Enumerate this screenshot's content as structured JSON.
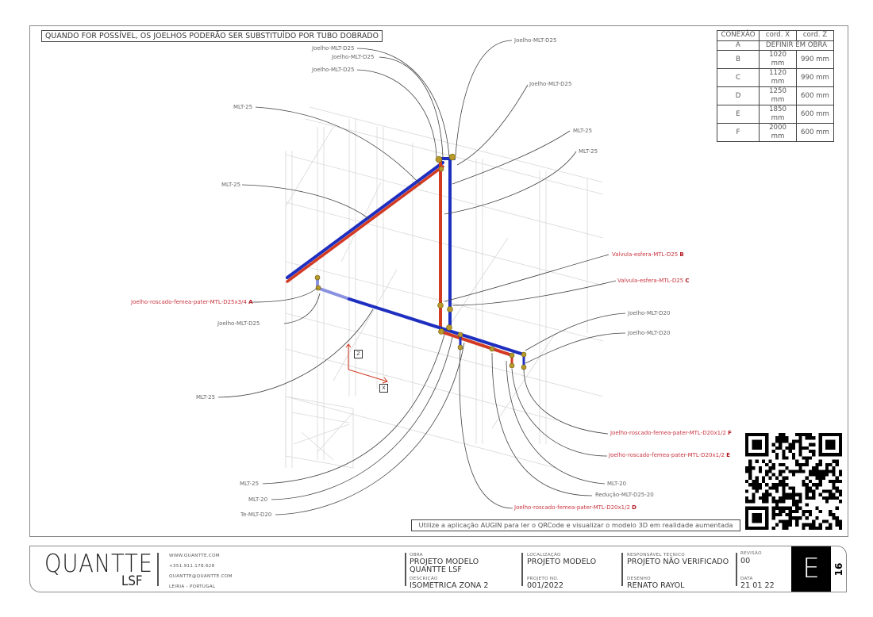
{
  "note": "QUANDO FOR POSSÍVEL, OS JOELHOS PODERÃO SER SUBSTITUÍDO POR TUBO DOBRADO",
  "connection_table": {
    "headers": [
      "CONEXÃO",
      "cord. X",
      "cord. Z"
    ],
    "rows": [
      {
        "id": "A",
        "span": "DEFINIR EM OBRA"
      },
      {
        "id": "B",
        "x": "1020 mm",
        "z": "990 mm"
      },
      {
        "id": "C",
        "x": "1120 mm",
        "z": "990 mm"
      },
      {
        "id": "D",
        "x": "1250 mm",
        "z": "600 mm"
      },
      {
        "id": "E",
        "x": "1850 mm",
        "z": "600 mm"
      },
      {
        "id": "F",
        "x": "2000 mm",
        "z": "600 mm"
      }
    ]
  },
  "labels": {
    "joelho_d25_top_right": "Joelho-MLT-D25",
    "joelho_d25_1": "Joelho-MLT-D25",
    "joelho_d25_2": "Joelho-MLT-D25",
    "joelho_d25_3": "Joelho-MLT-D25",
    "joelho_d25_right": "Joelho-MLT-D25",
    "mlt25_left_top": "MLT-25",
    "mlt25_left_mid": "MLT-25",
    "mlt25_right_1": "MLT-25",
    "mlt25_right_2": "MLT-25",
    "valvula_b": "Valvula-esfera-MTL-D25",
    "valvula_b_tag": "B",
    "valvula_c": "Valvula-esfera-MTL-D25",
    "valvula_c_tag": "C",
    "joelho_a": "Joelho-roscado-femea-pater-MTL-D25x3/4",
    "joelho_a_tag": "A",
    "joelho_d25_left": "Joelho-MLT-D25",
    "joelho_d20_1": "Joelho-MLT-D20",
    "joelho_d20_2": "Joelho-MLT-D20",
    "mlt25_left_low": "MLT-25",
    "joelho_f": "Joelho-roscado-femea-pater-MTL-D20x1/2",
    "joelho_f_tag": "F",
    "joelho_e": "Joelho-roscado-femea-pater-MTL-D20x1/2",
    "joelho_e_tag": "E",
    "mlt20_right": "MLT-20",
    "reducao": "Redução-MLT-D25-20",
    "joelho_d": "Joelho-roscado-femea-pater-MTL-D20x1/2",
    "joelho_d_tag": "D",
    "mlt25_bottom": "MLT-25",
    "mlt20_bottom": "MLT-20",
    "te_d20": "Te-MLT-D20"
  },
  "axes": {
    "z": "Z",
    "x": "X"
  },
  "augin_note": "Utilize a aplicação AUGIN para ler o QRCode e visualizar o modelo 3D em realidade aumentada",
  "colors": {
    "hot_pipe": "#d23a22",
    "cold_pipe": "#1e2fc0",
    "fitting": "#b89a2a",
    "callout_red": "#c8343f"
  },
  "titleblock": {
    "logo": "QUANTTE",
    "logo_sub": "LSF",
    "contact": [
      "WWW.QUANTTE.COM",
      "+351.911.178.628",
      "QUANTTE@QUANTTE.COM",
      "LEIRIA - PORTUGAL"
    ],
    "obra_caption": "OBRA",
    "obra_line1": "PROJETO MODELO",
    "obra_line2": "QUANTTE LSF",
    "descricao_caption": "DESCRIÇÃO",
    "descricao": "ISOMETRICA ZONA 2",
    "localizacao_caption": "LOCALIZAÇÃO",
    "localizacao": "PROJETO MODELO",
    "projeto_no_caption": "PROJETO NO.",
    "projeto_no": "001/2022",
    "responsavel_caption": "RESPONSÁVEL TECNICO",
    "responsavel": "PROJETO NÃO VERIFICADO",
    "desenho_caption": "DESENHO",
    "desenho": "RENATO RAYOL",
    "revisao_caption": "REVISÃO",
    "revisao": "00",
    "data_caption": "DATA",
    "data": "21 01 22",
    "sheet_letter": "E",
    "sheet_number": "16"
  }
}
